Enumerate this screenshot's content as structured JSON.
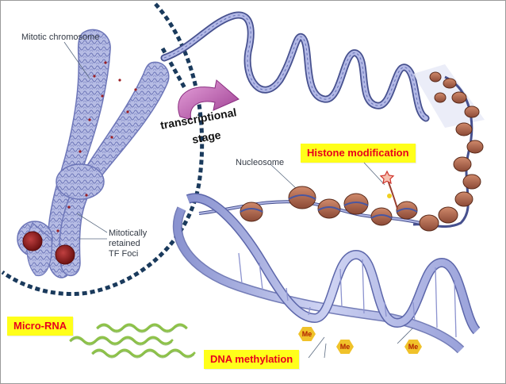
{
  "labels": {
    "mitotic_chromosome": "Mitotic chromosome",
    "tf_foci_line1": "Mitotically",
    "tf_foci_line2": "retained",
    "tf_foci_line3": "TF Foci",
    "nucleosome": "Nucleosome",
    "stage_line1": "transcriptional",
    "stage_line2": "stage"
  },
  "highlights": {
    "histone_modification": "Histone modification",
    "micro_rna": "Micro-RNA",
    "dna_methylation": "DNA methylation"
  },
  "methyl_tag": "Me",
  "colors": {
    "chromosome": "#9aa3d6",
    "chromatin_fiber": "#7d86c2",
    "nucleosome": "#b06a50",
    "dna_helix": "#aab2e6",
    "tf_foci": "#8c1c1c",
    "dotted_boundary": "#1a3a5c",
    "arrow": "#b84aa0",
    "highlight_bg": "#ffff1a",
    "highlight_text": "#e8001c",
    "mirna": "#8fc34a",
    "methyl_hex": "#f0c22a"
  }
}
